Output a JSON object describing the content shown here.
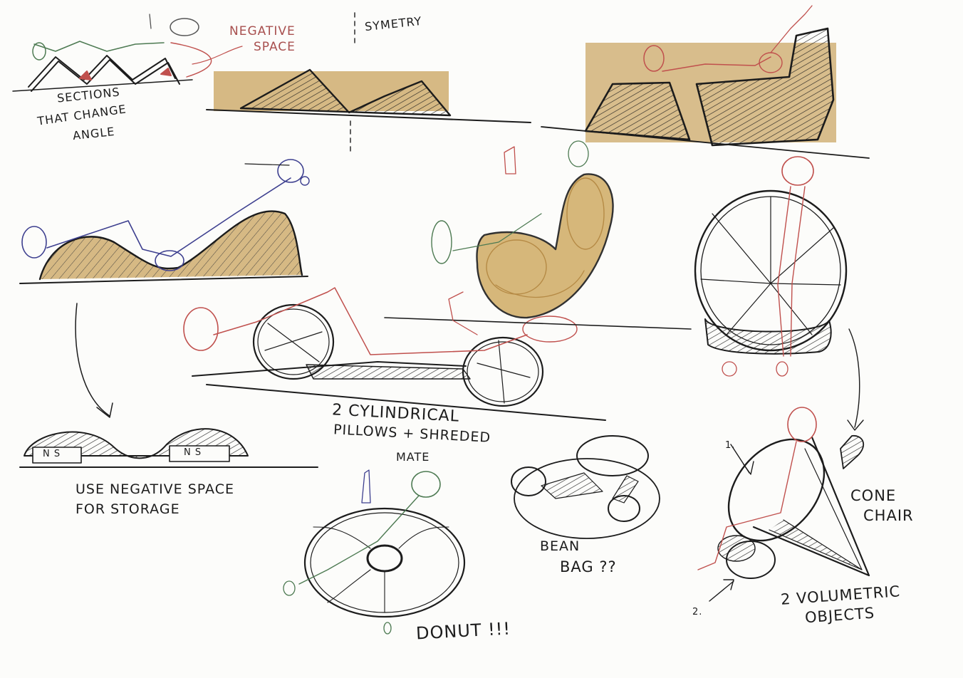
{
  "sheet": {
    "paper_color": "#fcfcfa",
    "ink_color": "#1c1c1c",
    "marker_color": "#b58a45",
    "red_pencil": "#c0504d",
    "blue_pencil": "#3d3f8f",
    "green_pencil": "#4d7a52"
  },
  "labels": {
    "sections_line1": "SECTIONS",
    "sections_line2": "THAT CHANGE",
    "sections_line3": "ANGLE",
    "negative_line1": "NEGATIVE",
    "negative_line2": "SPACE",
    "symetry": "SYMETRY",
    "ns_left": "N S",
    "ns_right": "N S",
    "storage_line1": "USE NEGATIVE SPACE",
    "storage_line2": "FOR STORAGE",
    "cylindrical_line1": "2 CYLINDRICAL",
    "cylindrical_line2": "PILLOWS + SHREDED",
    "cylindrical_line3": "MATE",
    "bean_line1": "BEAN",
    "bean_line2": "BAG ??",
    "donut": "DONUT !!!",
    "cone_line1": "CONE",
    "cone_line2": "CHAIR",
    "volumetric_line1": "2 VOLUMETRIC",
    "volumetric_line2": "OBJECTS",
    "marker_1": "1.",
    "marker_2": "2."
  }
}
